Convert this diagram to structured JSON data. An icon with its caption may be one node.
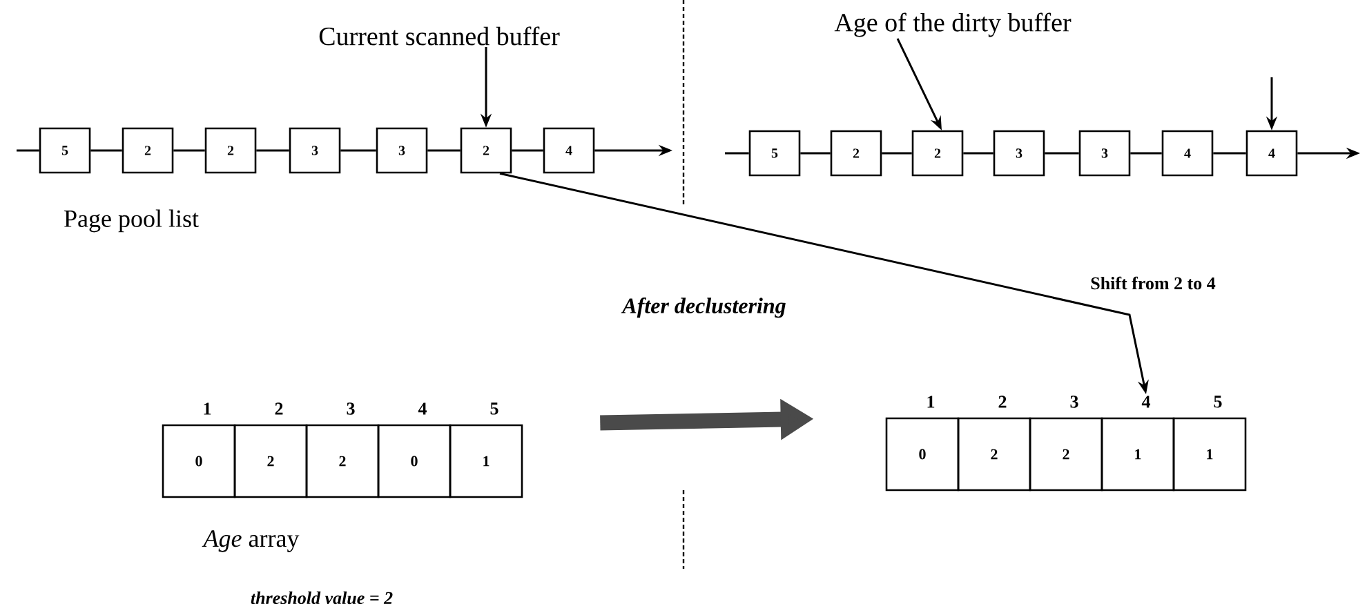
{
  "diagram": {
    "nodes": [
      {
        "text": [
          "Current scanned buffer"
        ]
      },
      {
        "text": [
          "Age of the dirty buffer"
        ]
      },
      {
        "text": [
          "5"
        ]
      },
      {
        "text": [
          "2"
        ]
      },
      {
        "text": [
          "2"
        ]
      },
      {
        "text": [
          "3"
        ]
      },
      {
        "text": [
          "3"
        ]
      },
      {
        "text": [
          "2"
        ]
      },
      {
        "text": [
          "4"
        ]
      },
      {
        "text": [
          "5"
        ]
      },
      {
        "text": [
          "2"
        ]
      },
      {
        "text": [
          "2"
        ]
      },
      {
        "text": [
          "3"
        ]
      },
      {
        "text": [
          "3"
        ]
      },
      {
        "text": [
          "4"
        ]
      },
      {
        "text": [
          "4"
        ]
      },
      {
        "text": [
          "0"
        ],
        "beside": [
          "1"
        ]
      },
      {
        "text": [
          "2"
        ],
        "beside": [
          "2"
        ]
      },
      {
        "text": [
          "2"
        ],
        "beside": [
          "3"
        ]
      },
      {
        "text": [
          "0"
        ],
        "beside": [
          "4"
        ]
      },
      {
        "text": [
          "1"
        ],
        "beside": [
          "5"
        ]
      },
      {
        "text": [
          "0"
        ],
        "beside": [
          "1"
        ]
      },
      {
        "text": [
          "2"
        ],
        "beside": [
          "2"
        ]
      },
      {
        "text": [
          "2"
        ],
        "beside": [
          "3"
        ]
      },
      {
        "text": [
          "1"
        ],
        "beside": [
          "4"
        ]
      },
      {
        "text": [
          "1"
        ],
        "beside": [
          "5"
        ]
      }
    ],
    "edges": [
      {
        "from": null,
        "to": 2,
        "arrow": "none"
      },
      {
        "from": 2,
        "to": 3,
        "arrow": "none"
      },
      {
        "from": 3,
        "to": 4,
        "arrow": "none"
      },
      {
        "from": 4,
        "to": 5,
        "arrow": "none"
      },
      {
        "from": 5,
        "to": 6,
        "arrow": "none"
      },
      {
        "from": 6,
        "to": 7,
        "arrow": "none"
      },
      {
        "from": 7,
        "to": 8,
        "arrow": "none"
      },
      {
        "from": 8,
        "to": null,
        "arrow": "to"
      },
      {
        "from": null,
        "to": 9,
        "arrow": "none"
      },
      {
        "from": 9,
        "to": 10,
        "arrow": "none"
      },
      {
        "from": 10,
        "to": 11,
        "arrow": "none"
      },
      {
        "from": 11,
        "to": 12,
        "arrow": "none"
      },
      {
        "from": 12,
        "to": 13,
        "arrow": "none"
      },
      {
        "from": 13,
        "to": 14,
        "arrow": "none"
      },
      {
        "from": 14,
        "to": 15,
        "arrow": "none"
      },
      {
        "from": 15,
        "to": null,
        "arrow": "to"
      },
      {
        "from": 0,
        "to": 7,
        "arrow": "to"
      },
      {
        "from": 1,
        "to": 11,
        "arrow": "to"
      },
      {
        "from": null,
        "to": 15,
        "arrow": "to"
      },
      {
        "from": 7,
        "to": 24,
        "arrow": "to",
        "label": "Shift from 2 to 4"
      },
      {
        "from": 20,
        "to": 21,
        "arrow": "to",
        "label": "After declustering",
        "style": "thick",
        "color": "#4a4a4a"
      }
    ],
    "labels": [
      "Page pool list",
      "*Age* array",
      "threshold value = 2"
    ]
  }
}
